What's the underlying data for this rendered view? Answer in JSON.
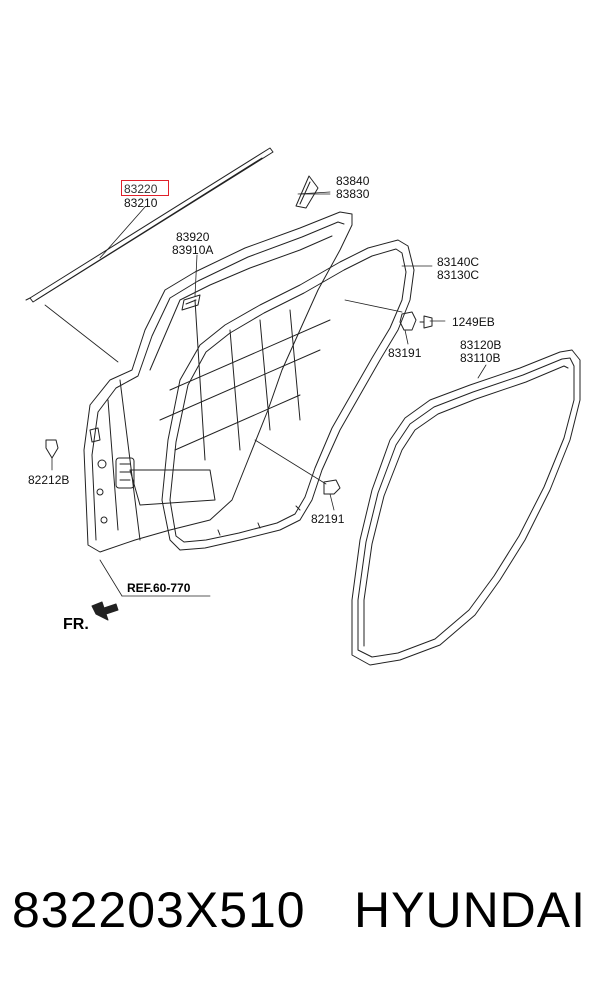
{
  "labels": {
    "p83220": "83220",
    "p83210": "83210",
    "p83840": "83840",
    "p83830": "83830",
    "p83920": "83920",
    "p83910A": "83910A",
    "p83140C": "83140C",
    "p83130C": "83130C",
    "p1249EB": "1249EB",
    "p83191": "83191",
    "p83120B": "83120B",
    "p83110B": "83110B",
    "p82212B": "82212B",
    "p82191": "82191",
    "ref": "REF.60-770",
    "fr": "FR."
  },
  "highlight_color": "#e0202a",
  "caption": {
    "part_number": "832203X510",
    "brand": "HYUNDAI"
  }
}
